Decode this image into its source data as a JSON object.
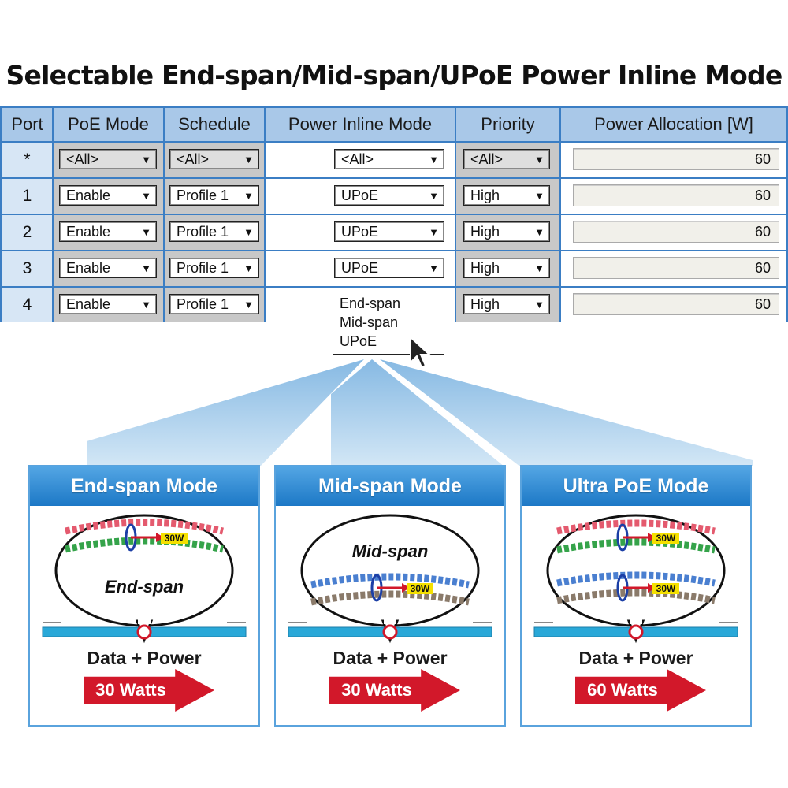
{
  "title": "Selectable End-span/Mid-span/UPoE Power Inline Mode",
  "table": {
    "headers": {
      "port": "Port",
      "poe_mode": "PoE Mode",
      "schedule": "Schedule",
      "power_inline_mode": "Power Inline Mode",
      "priority": "Priority",
      "power_allocation": "Power Allocation [W]"
    },
    "rows": [
      {
        "port": "*",
        "poe_mode": "<All>",
        "schedule": "<All>",
        "power_inline_mode": "<All>",
        "priority": "<All>",
        "allocation": "60"
      },
      {
        "port": "1",
        "poe_mode": "Enable",
        "schedule": "Profile 1",
        "power_inline_mode": "UPoE",
        "priority": "High",
        "allocation": "60"
      },
      {
        "port": "2",
        "poe_mode": "Enable",
        "schedule": "Profile 1",
        "power_inline_mode": "UPoE",
        "priority": "High",
        "allocation": "60"
      },
      {
        "port": "3",
        "poe_mode": "Enable",
        "schedule": "Profile 1",
        "power_inline_mode": "UPoE",
        "priority": "High",
        "allocation": "60"
      },
      {
        "port": "4",
        "poe_mode": "Enable",
        "schedule": "Profile 1",
        "power_inline_mode": "",
        "priority": "High",
        "allocation": "60"
      }
    ],
    "dropdown_arrow": "▼"
  },
  "menu_options": [
    "End-span",
    "Mid-span",
    "UPoE"
  ],
  "cards": [
    {
      "header": "End-span Mode",
      "bubble_label": "End-span",
      "wattage_tag": "30W",
      "caption": "Data + Power",
      "arrow_label": "30 Watts"
    },
    {
      "header": "Mid-span Mode",
      "bubble_label": "Mid-span",
      "wattage_tag": "30W",
      "caption": "Data + Power",
      "arrow_label": "30 Watts"
    },
    {
      "header": "Ultra PoE Mode",
      "bubble_label": "",
      "wattage_tag": "30W",
      "wattage_tag_2": "30W",
      "caption": "Data + Power",
      "arrow_label": "60 Watts"
    }
  ],
  "colors": {
    "table_border": "#3b7ec4",
    "header_bg": "#a9c8e8",
    "card_header": "#1c78c6",
    "arrow_red": "#d2182a",
    "cable_blue": "#29a8d8",
    "wattage_tag": "#f5e000"
  }
}
